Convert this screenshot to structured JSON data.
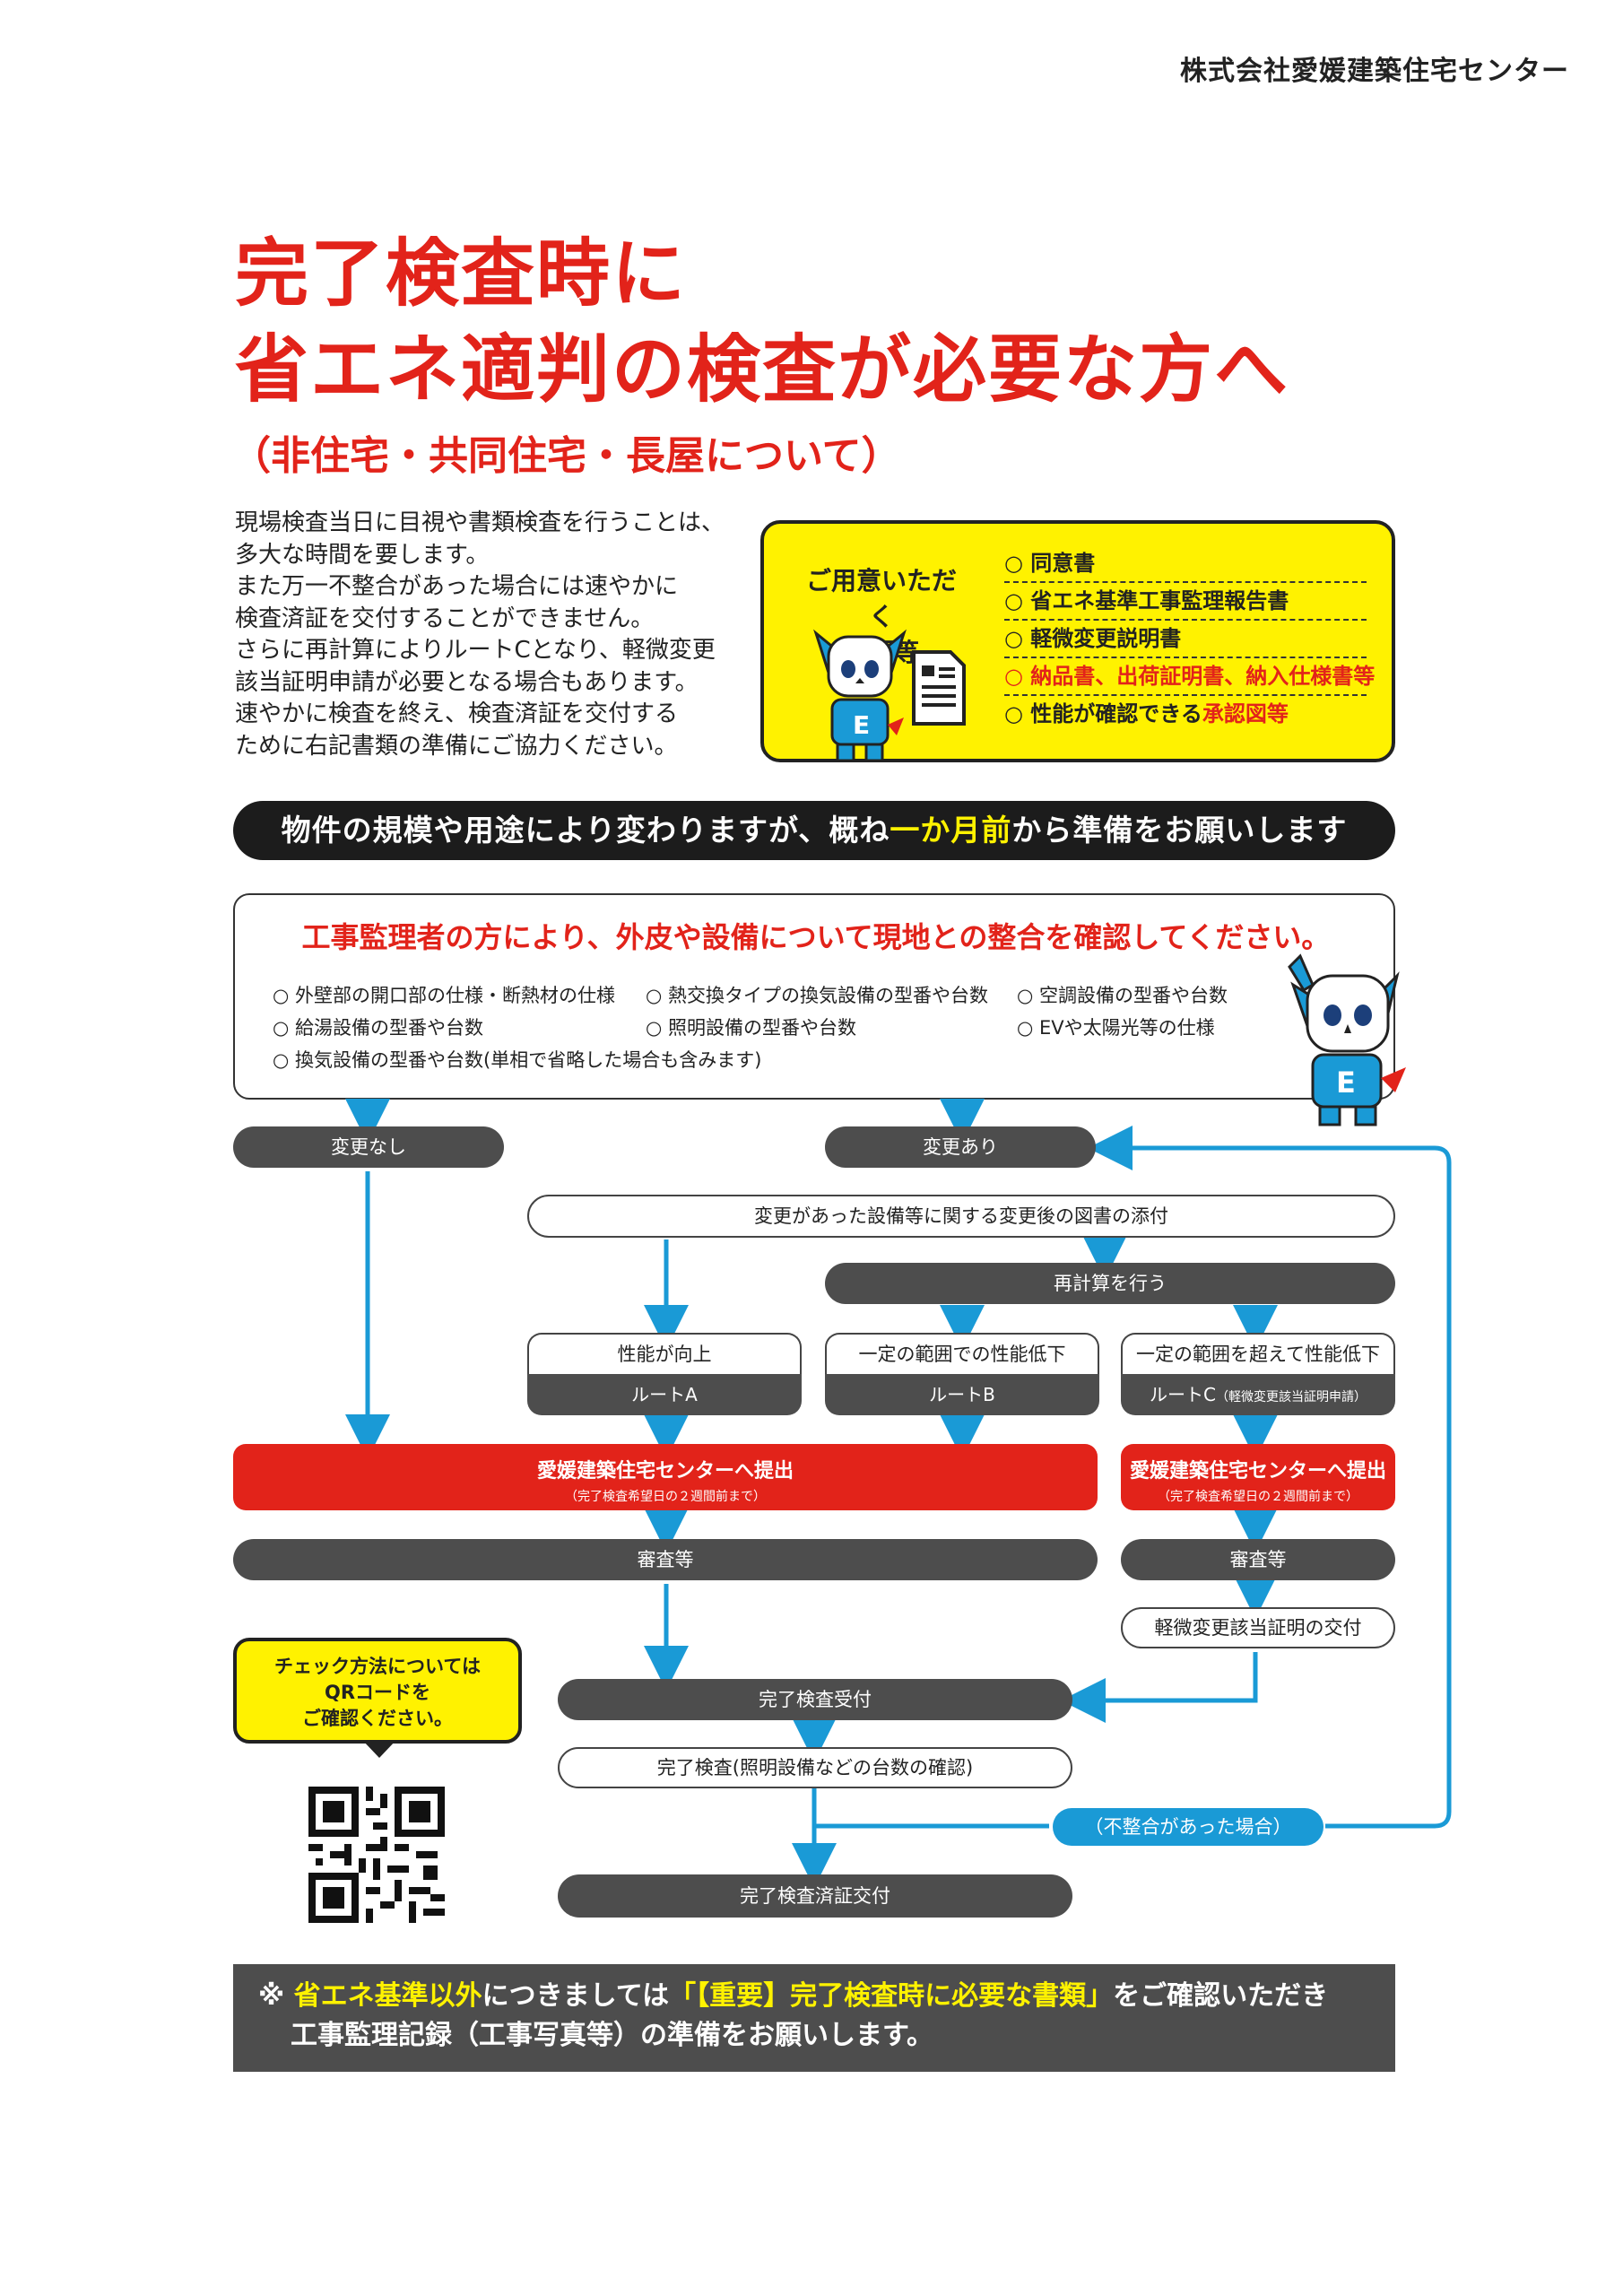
{
  "company": "株式会社愛媛建築住宅センター",
  "title": {
    "line1": "完了検査時に",
    "line2": "省エネ適判の検査が必要な方へ",
    "subtitle": "（非住宅・共同住宅・長屋について）"
  },
  "intro_lines": [
    "現場検査当日に目視や書類検査を行うことは、",
    "多大な時間を要します。",
    "また万一不整合があった場合には速やかに",
    "検査済証を交付することができません。",
    "さらに再計算によりルートCとなり、軽微変更",
    "該当証明申請が必要となる場合もあります。",
    "速やかに検査を終え、検査済証を交付する",
    "ために右記書類の準備にご協力ください。"
  ],
  "documents": {
    "heading_line1": "ご用意いただく",
    "heading_line2": "書類等",
    "items": [
      "○ 同意書",
      "○ 省エネ基準工事監理報告書",
      "○ 軽微変更説明書",
      "○ 納品書、出荷証明書、納入仕様書等"
    ],
    "last_item_prefix": "○ 性能が確認できる",
    "last_item_red": "承認図等"
  },
  "banner": {
    "before": "物件の規模や用途により変わりますが、概ね",
    "highlight": "一か月前",
    "after": "から準備をお願いします"
  },
  "check": {
    "title": "工事監理者の方により、外皮や設備について現地との整合を確認してください。",
    "items": [
      "○ 外壁部の開口部の仕様・断熱材の仕様",
      "○ 熱交換タイプの換気設備の型番や台数",
      "○ 空調設備の型番や台数",
      "○ 給湯設備の型番や台数",
      "○ 照明設備の型番や台数",
      "○ EVや太陽光等の仕様",
      "○ 換気設備の型番や台数(単相で省略した場合も含みます)"
    ]
  },
  "flow": {
    "no_change": "変更なし",
    "change": "変更あり",
    "attach": "変更があった設備等に関する変更後の図書の添付",
    "recalc": "再計算を行う",
    "route_a_top": "性能が向上",
    "route_a": "ルートA",
    "route_b_top": "一定の範囲での性能低下",
    "route_b": "ルートB",
    "route_c_top": "一定の範囲を超えて性能低下",
    "route_c": "ルートC",
    "route_c_note": "（軽微変更該当証明申請）",
    "submit": "愛媛建築住宅センターへ提出",
    "submit_note": "（完了検査希望日の２週間前まで）",
    "submit2": "愛媛建築住宅センターへ提出",
    "submit2_note": "（完了検査希望日の２週間前まで）",
    "review": "審査等",
    "review2": "審査等",
    "minor_cert": "軽微変更該当証明の交付",
    "accept": "完了検査受付",
    "inspect": "完了検査(照明設備などの台数の確認)",
    "mismatch": "（不整合があった場合）",
    "issue": "完了検査済証交付"
  },
  "qr_bubble": {
    "line1": "チェック方法については",
    "line2": "QRコードを",
    "line3": "ご確認ください。"
  },
  "notice": {
    "mark": "※",
    "yellow1": "省エネ基準以外",
    "text1": "につきましては",
    "yellow2": "「【重要】完了検査時に必要な書類」",
    "text2": "をご確認いただき",
    "line2": "工事監理記録（工事写真等）の準備をお願いします。"
  },
  "colors": {
    "accent_red": "#e2231a",
    "accent_yellow": "#fff200",
    "flow_blue": "#1a9ad6",
    "dark_gray": "#4d4d4d"
  }
}
